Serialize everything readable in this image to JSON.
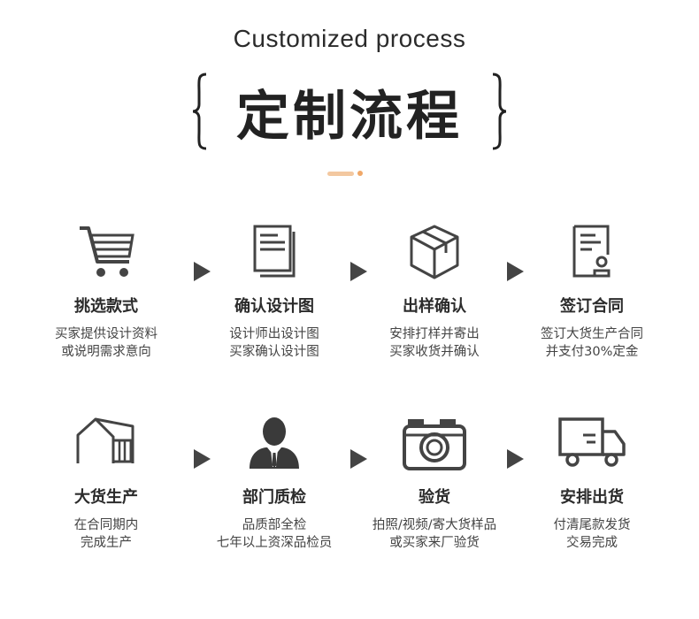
{
  "header": {
    "title_en": "Customized process",
    "title_cn": "定制流程"
  },
  "colors": {
    "accent_light": "#f3c8a0",
    "accent_dark": "#f0a868",
    "icon": "#444444"
  },
  "steps": [
    {
      "name": "挑选款式",
      "line1": "买家提供设计资料",
      "line2": "或说明需求意向",
      "icon": "shopping-cart-icon"
    },
    {
      "name": "确认设计图",
      "line1": "设计师出设计图",
      "line2": "买家确认设计图",
      "icon": "document-icon"
    },
    {
      "name": "出样确认",
      "line1": "安排打样并寄出",
      "line2": "买家收货并确认",
      "icon": "box-icon"
    },
    {
      "name": "签订合同",
      "line1": "签订大货生产合同",
      "line2": "并支付30%定金",
      "icon": "contract-icon"
    },
    {
      "name": "大货生产",
      "line1": "在合同期内",
      "line2": "完成生产",
      "icon": "factory-icon"
    },
    {
      "name": "部门质检",
      "line1": "品质部全检",
      "line2": "七年以上资深品检员",
      "icon": "inspector-icon"
    },
    {
      "name": "验货",
      "line1": "拍照/视频/寄大货样品",
      "line2": "或买家来厂验货",
      "icon": "camera-icon"
    },
    {
      "name": "安排出货",
      "line1": "付清尾款发货",
      "line2": "交易完成",
      "icon": "truck-icon"
    }
  ]
}
